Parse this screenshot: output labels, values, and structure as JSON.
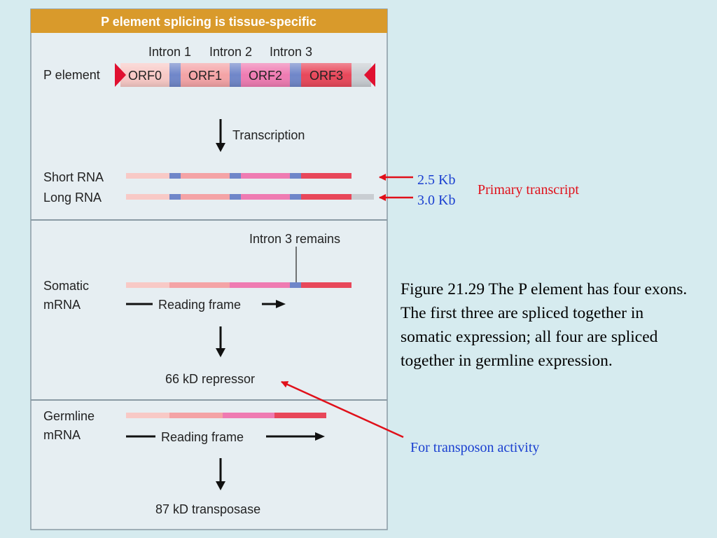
{
  "diagram": {
    "title": "P element splicing is tissue-specific",
    "intron_labels": [
      "Intron 1",
      "Intron 2",
      "Intron 3"
    ],
    "p_element_label": "P element",
    "orf_labels": [
      "ORF0",
      "ORF1",
      "ORF2",
      "ORF3"
    ],
    "transcription_label": "Transcription",
    "short_rna_label": "Short RNA",
    "long_rna_label": "Long RNA",
    "intron3_remains_label": "Intron 3 remains",
    "somatic_label_line1": "Somatic",
    "somatic_label_line2": "mRNA",
    "reading_frame_label": "Reading frame",
    "repressor_label": "66 kD repressor",
    "germline_label_line1": "Germline",
    "germline_label_line2": "mRNA",
    "transposase_label": "87 kD transposase",
    "colors": {
      "title_bar": "#d99a2b",
      "panel": "#e6eef2",
      "exon0": "#f8c9c6",
      "exon1": "#f4a3a6",
      "exon2": "#ef7bb2",
      "exon3": "#e8475a",
      "intron": "#6f86c9"
    }
  },
  "annotations": {
    "short_size": "2.5 Kb",
    "long_size": "3.0 Kb",
    "primary_transcript": "Primary transcript",
    "transposon_activity": "For transposon activity",
    "annotation_arrow_color": "#e0101a",
    "size_text_color": "#1a3fd0",
    "transcript_text_color": "#e0101a"
  },
  "caption": "Figure 21.29  The P element has four exons. The first three are spliced together in somatic expression; all four are spliced together in germline expression."
}
